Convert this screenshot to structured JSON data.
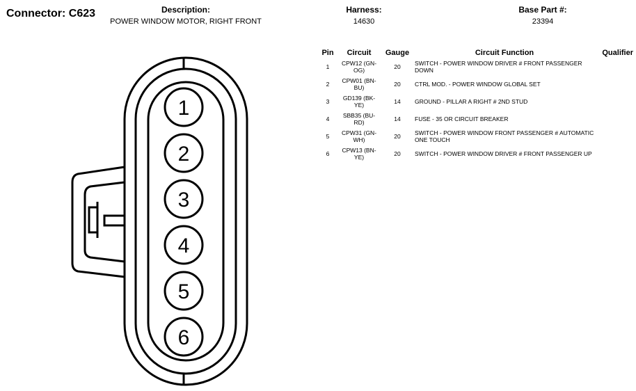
{
  "connector": {
    "title": "Connector: C623",
    "description_label": "Description:",
    "description": "POWER WINDOW MOTOR, RIGHT FRONT",
    "harness_label": "Harness:",
    "harness": "14630",
    "base_part_label": "Base Part #:",
    "base_part": "23394"
  },
  "table": {
    "headers": {
      "pin": "Pin",
      "circuit": "Circuit",
      "gauge": "Gauge",
      "function": "Circuit Function",
      "qualifier": "Qualifier"
    },
    "rows": [
      {
        "pin": "1",
        "circuit": "CPW12 (GN-OG)",
        "gauge": "20",
        "function": "SWITCH - POWER WINDOW DRIVER # FRONT PASSENGER DOWN",
        "qualifier": ""
      },
      {
        "pin": "2",
        "circuit": "CPW01 (BN-BU)",
        "gauge": "20",
        "function": "CTRL MOD. - POWER WINDOW GLOBAL SET",
        "qualifier": ""
      },
      {
        "pin": "3",
        "circuit": "GD139 (BK-YE)",
        "gauge": "14",
        "function": "GROUND - PILLAR A RIGHT # 2ND STUD",
        "qualifier": ""
      },
      {
        "pin": "4",
        "circuit": "SBB35 (BU-RD)",
        "gauge": "14",
        "function": "FUSE - 35 OR CIRCUIT BREAKER",
        "qualifier": ""
      },
      {
        "pin": "5",
        "circuit": "CPW31 (GN-WH)",
        "gauge": "20",
        "function": "SWITCH - POWER WINDOW FRONT PASSENGER # AUTOMATIC ONE TOUCH",
        "qualifier": ""
      },
      {
        "pin": "6",
        "circuit": "CPW13 (BN-YE)",
        "gauge": "20",
        "function": "SWITCH - POWER WINDOW DRIVER # FRONT PASSENGER UP",
        "qualifier": ""
      }
    ]
  },
  "diagram": {
    "pins": [
      "1",
      "2",
      "3",
      "4",
      "5",
      "6"
    ]
  }
}
